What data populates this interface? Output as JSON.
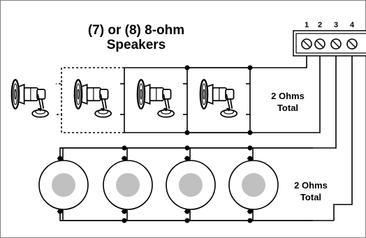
{
  "title": {
    "line1": "(7) or (8) 8-ohm",
    "line2": "Speakers"
  },
  "terminal_block": {
    "labels": [
      "1",
      "2",
      "3",
      "4"
    ]
  },
  "horn_group": {
    "impedance_line1": "2 Ohms",
    "impedance_line2": "Total",
    "speaker_icon": "horn-speaker-icon",
    "speakers_shown": 4,
    "optional_speakers_dashed": 1
  },
  "cone_group": {
    "impedance_line1": "2 Ohms",
    "impedance_line2": "Total",
    "speaker_icon": "round-ceiling-speaker-icon",
    "speakers_shown": 4
  },
  "colors": {
    "line": "#000000",
    "cone_outer": "#ffffff",
    "cone_inner": "#c0c0c0",
    "border": "#7f7f7f"
  }
}
